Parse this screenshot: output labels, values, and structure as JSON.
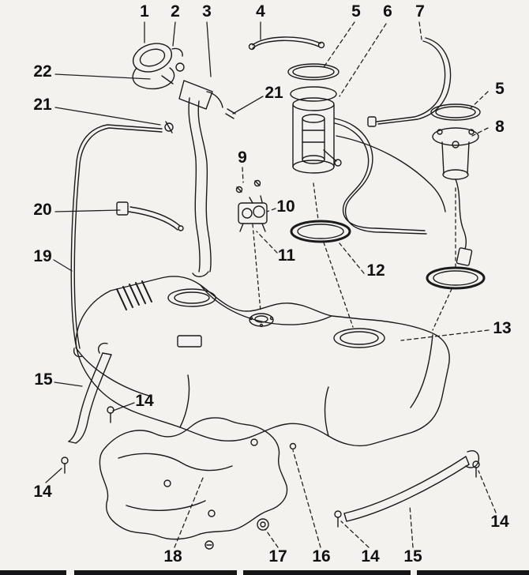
{
  "diagram": {
    "background_color": "#f3f2ef",
    "line_color": "#1b1b1b",
    "callout_font_color": "#111111"
  },
  "callouts": [
    {
      "label": "1"
    },
    {
      "label": "2"
    },
    {
      "label": "3"
    },
    {
      "label": "4"
    },
    {
      "label": "5"
    },
    {
      "label": "6"
    },
    {
      "label": "7"
    },
    {
      "label": "5"
    },
    {
      "label": "8"
    },
    {
      "label": "9"
    },
    {
      "label": "10"
    },
    {
      "label": "11"
    },
    {
      "label": "12"
    },
    {
      "label": "13"
    },
    {
      "label": "19"
    },
    {
      "label": "20"
    },
    {
      "label": "21"
    },
    {
      "label": "22"
    },
    {
      "label": "21"
    },
    {
      "label": "15"
    },
    {
      "label": "14"
    },
    {
      "label": "14"
    },
    {
      "label": "18"
    },
    {
      "label": "17"
    },
    {
      "label": "16"
    },
    {
      "label": "14"
    },
    {
      "label": "15"
    },
    {
      "label": "14"
    }
  ]
}
